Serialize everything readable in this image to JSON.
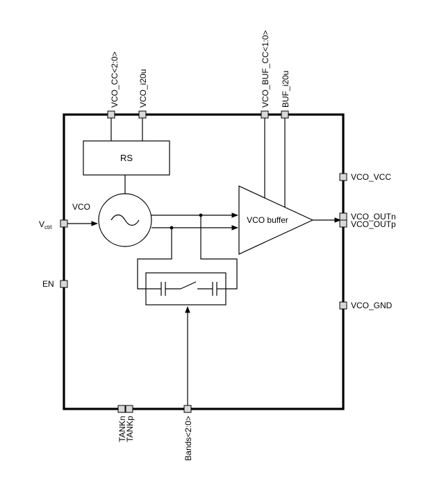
{
  "blocks": {
    "rs": "RS",
    "vco": "VCO",
    "vco_buffer": "VCO buffer"
  },
  "pins": {
    "top": {
      "vco_cc": "VCO_CC<2:0>",
      "vco_i20u": "VCO_i20u",
      "vco_buf_cc": "VCO_BUF_CC<1:0>",
      "buf_i20u": "BUF_i20u"
    },
    "left": {
      "vctrl_main": "V",
      "vctrl_sub": "ctrl",
      "en": "EN"
    },
    "right": {
      "vco_vcc": "VCO_VCC",
      "vco_outn": "VCO_OUTn",
      "vco_outp": "VCO_OUTp",
      "vco_gnd": "VCO_GND"
    },
    "bottom": {
      "tankn": "TANKn",
      "tankp": "TANKp",
      "bands": "Bands<2:0>"
    }
  },
  "colors": {
    "line": "#000000",
    "pin_fill": "#d8d8d8",
    "background": "#ffffff"
  }
}
